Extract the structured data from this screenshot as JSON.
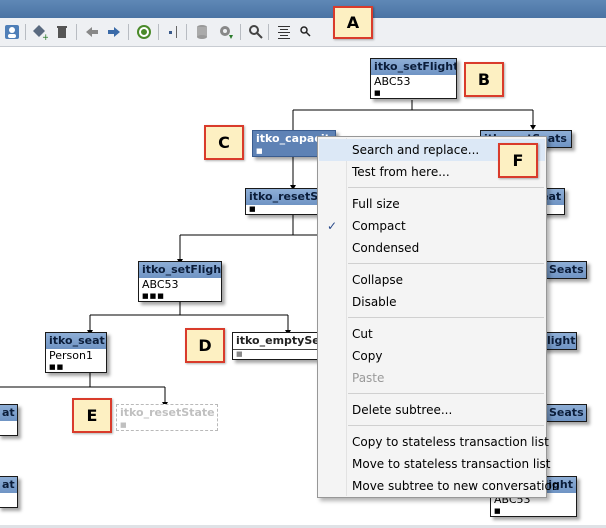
{
  "toolbar": {
    "icons": [
      "user-icon",
      "add-node-icon",
      "delete-icon",
      "back-arrow-icon",
      "forward-arrow-icon",
      "refresh-icon",
      "dotted-separator-icon",
      "database-icon",
      "gear-icon",
      "magnifier-icon",
      "align-icon",
      "search-icon"
    ]
  },
  "nodes": {
    "root": {
      "title": "itko_setFlight",
      "value": "ABC53",
      "dots": "■"
    },
    "capacity": {
      "title": "itko_capacity",
      "dots": "■"
    },
    "reset": {
      "title": "itko_resetSt",
      "dots": "■"
    },
    "setflight2": {
      "title": "itko_setFlight",
      "value": "ABC53",
      "dots": "■■■"
    },
    "seat": {
      "title": "itko_seat",
      "value": "Person1",
      "dots": "■■"
    },
    "emptyseat": {
      "title": "itko_emptySea",
      "dots": "■"
    },
    "resetstate": {
      "title": "itko_resetState",
      "dots": "■"
    },
    "r_seats1": {
      "title": "itko_setSeats"
    },
    "r_eat": {
      "title": "eat",
      "dots": "■"
    },
    "r_seats2": {
      "title": "Seats"
    },
    "r_light1": {
      "title": "light"
    },
    "r_seats3": {
      "title": "Seats"
    },
    "r_light2": {
      "title": "light",
      "value": "ABC53",
      "dots": "■"
    },
    "l_at1": {
      "title": "at"
    },
    "l_at2": {
      "title": "at"
    }
  },
  "callouts": {
    "a": "A",
    "b": "B",
    "c": "C",
    "d": "D",
    "e": "E",
    "f": "F"
  },
  "menu": {
    "search_replace": "Search and replace...",
    "test_from_here": "Test from here...",
    "full_size": "Full size",
    "compact": "Compact",
    "condensed": "Condensed",
    "collapse": "Collapse",
    "disable": "Disable",
    "cut": "Cut",
    "copy": "Copy",
    "paste": "Paste",
    "delete_subtree": "Delete subtree...",
    "copy_stateless": "Copy to stateless transaction list",
    "move_stateless": "Move to stateless transaction list",
    "move_subtree": "Move subtree to new conversation",
    "check_mark": "✓"
  }
}
